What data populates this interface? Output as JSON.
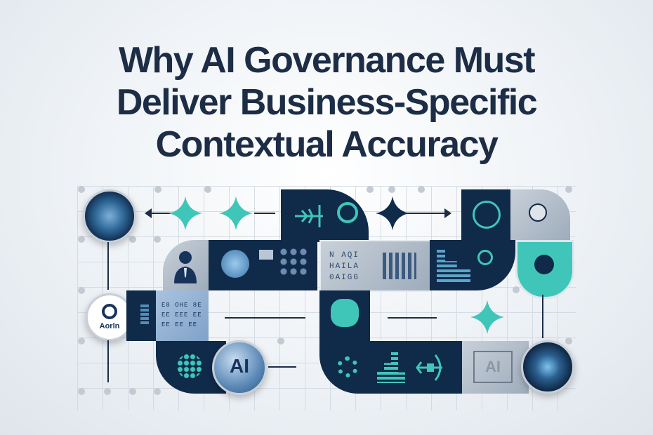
{
  "title": {
    "line1": "Why AI Governance Must",
    "line2": "Deliver Business-Specific",
    "line3": "Contextual Accuracy"
  },
  "diagram": {
    "badge_left_label": "Aorln",
    "ai_coin_label": "AI",
    "ai_tile_label": "AI",
    "panel_text": [
      "N  AQI",
      "HAILA",
      "0AIGG"
    ],
    "calendar_text": [
      "E8 OHE 8E",
      "EE EEE EE",
      "EE EE EE"
    ],
    "colors": {
      "navy": "#102a4a",
      "teal": "#3fc6b8",
      "text": "#1c2d45",
      "steel": "#aeb9c5"
    }
  }
}
